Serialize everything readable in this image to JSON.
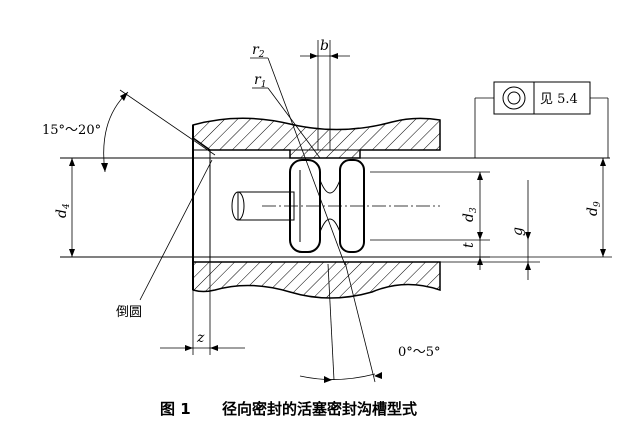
{
  "labels": {
    "b": "b",
    "r2_main": "r",
    "r2_sub": "2",
    "r1_main": "r",
    "r1_sub": "1",
    "angle_top": "15°～20°",
    "d4_main": "d",
    "d4_sub": "4",
    "d3_main": "d",
    "d3_sub": "3",
    "d9_main": "d",
    "d9_sub": "9",
    "t": "t",
    "g": "g",
    "z": "z",
    "chamfer": "倒圆",
    "angle_bottom": "0°～5°",
    "see_ref": "见 5.4"
  },
  "caption": {
    "number": "图 1",
    "title": "径向密封的活塞密封沟槽型式"
  }
}
